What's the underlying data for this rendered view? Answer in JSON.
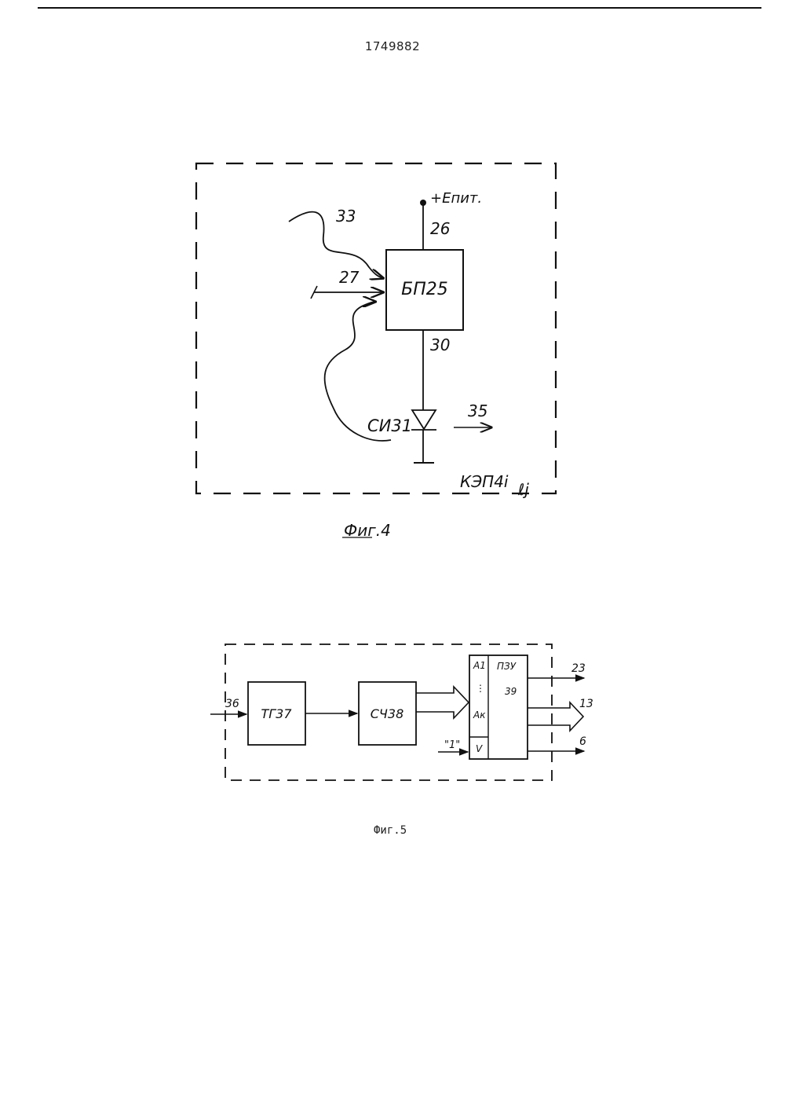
{
  "page": {
    "number": "1749882"
  },
  "fig4": {
    "caption": "Фиг.4",
    "block_label": "БП25",
    "supply_label": "+Епит.",
    "wire_26": "26",
    "wire_27": "27",
    "wire_30": "30",
    "wire_33": "33",
    "output_35": "35",
    "led_label": "СИ31",
    "module_label": "КЭП4і",
    "module_sub": "ℓj"
  },
  "fig5": {
    "caption": "Фиг.5",
    "input_36": "36",
    "gen_label": "ТГ37",
    "counter_label": "СЧ38",
    "rom_title": "ПЗУ",
    "rom_number": "39",
    "addr_first": "А1",
    "addr_dots": "⋮",
    "addr_last": "Ак",
    "enable_pin": "V",
    "enable_input": "\"1\"",
    "out_23": "23",
    "out_13": "13",
    "out_6": "6"
  }
}
